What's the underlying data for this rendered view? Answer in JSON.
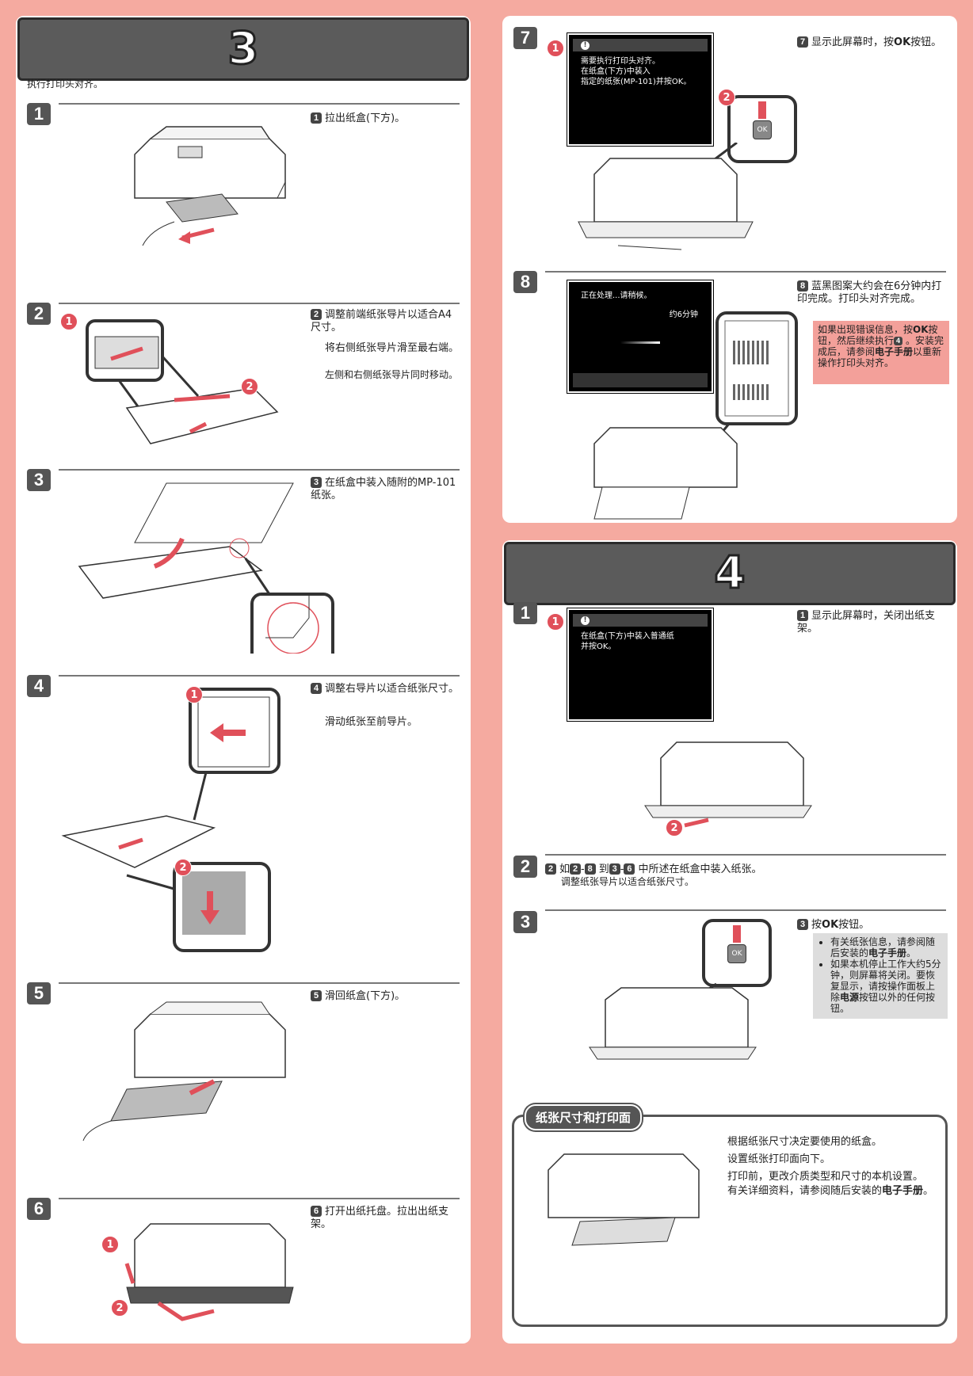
{
  "left": {
    "section_number": "3",
    "intro": "执行打印头对齐。",
    "steps": [
      {
        "num": "1",
        "text": "拉出纸盒(下方)。"
      },
      {
        "num": "2",
        "text": "调整前端纸张导片以适合A4尺寸。",
        "text2": "将右侧纸张导片滑至最右端。",
        "note": "左侧和右侧纸张导片同时移动。"
      },
      {
        "num": "3",
        "text": "在纸盒中装入随附的MP-101纸张。"
      },
      {
        "num": "4",
        "text": "调整右导片以适合纸张尺寸。",
        "text2": "滑动纸张至前导片。"
      },
      {
        "num": "5",
        "text": "滑回纸盒(下方)。"
      },
      {
        "num": "6",
        "text": "打开出纸托盘。拉出出纸支架。"
      }
    ]
  },
  "right_top": {
    "steps": [
      {
        "num": "7",
        "text_pre": "显示此屏幕时，按",
        "text_bold": "OK",
        "text_post": "按钮。",
        "screen_lines": [
          "需要执行打印头对齐。",
          "在纸盒(下方)中装入",
          "指定的纸张(MP-101)并按OK。"
        ],
        "ok_label": "OK"
      },
      {
        "num": "8",
        "text": "蓝黑图案大约会在6分钟内打印完成。打印头对齐完成。",
        "screen_lines": [
          "正在处理...请稍候。",
          "约6分钟"
        ],
        "warning_pre": "如果出现错误信息，按",
        "warning_bold": "OK",
        "warning_mid": "按钮，然后继续执行",
        "warning_ref": "4",
        "warning_mid2": "。安装完成后，请参阅",
        "warning_bold2": "电子手册",
        "warning_post": "以重新操作打印头对齐。"
      }
    ]
  },
  "right_bottom": {
    "section_number": "4",
    "steps": [
      {
        "num": "1",
        "text": "显示此屏幕时，关闭出纸支架。",
        "screen_lines": [
          "在纸盒(下方)中装入普通纸",
          "并按OK。"
        ]
      },
      {
        "num": "2",
        "text_pre": "如",
        "ref1a": "2",
        "ref1b": "8",
        "text_mid": "到",
        "ref2a": "3",
        "ref2b": "6",
        "text_post": "中所述在纸盒中装入纸张。",
        "note": "调整纸张导片以适合纸张尺寸。"
      },
      {
        "num": "3",
        "text_pre": "按",
        "text_bold": "OK",
        "text_post": "按钮。",
        "bullets": [
          {
            "pre": "有关纸张信息，请参阅随后安装的",
            "bold": "电子手册",
            "post": "。"
          },
          {
            "pre": "如果本机停止工作大约5分钟，则屏幕将关闭。要恢复显示，请按操作面板上除",
            "bold": "电源",
            "post": "按钮以外的任何按钮。"
          }
        ]
      }
    ],
    "paper_section": {
      "title": "纸张尺寸和打印面",
      "line1": "根据纸张尺寸决定要使用的纸盒。",
      "line2": "设置纸张打印面向下。",
      "line3": "打印前，更改介质类型和尺寸的本机设置。",
      "line4_pre": "有关详细资料，请参阅随后安装的",
      "line4_bold": "电子手册",
      "line4_post": "。"
    }
  },
  "colors": {
    "background": "#f5aaa0",
    "header": "#5b5b5b",
    "accent_red": "#e0505a",
    "warning_bg": "#f3a09a",
    "note_bg": "#dddddd"
  }
}
